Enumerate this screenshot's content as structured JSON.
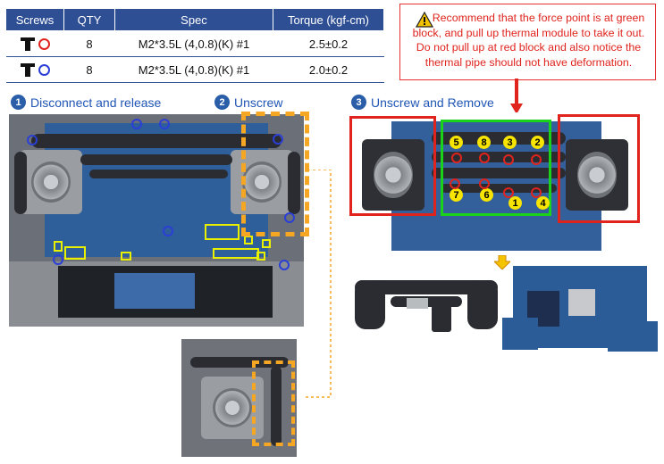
{
  "table": {
    "headers": [
      "Screws",
      "QTY",
      "Spec",
      "Torque (kgf-cm)"
    ],
    "rows": [
      {
        "icon": "t-screw-icon",
        "circle_color": "#e0241d",
        "qty": "8",
        "spec": "M2*3.5L (4,0.8)(K) #1",
        "torque": "2.5±0.2"
      },
      {
        "icon": "t-screw-icon",
        "circle_color": "#2b3fd6",
        "qty": "8",
        "spec": "M2*3.5L (4,0.8)(K) #1",
        "torque": "2.0±0.2"
      }
    ]
  },
  "warning": {
    "text": "Recommend that the force point is at green block, and pull up thermal module to take it out. Do not pull up at red block and also notice the thermal pipe should not have deformation.",
    "color": "#e0241d"
  },
  "steps": [
    {
      "number": "1",
      "label": "Disconnect and release"
    },
    {
      "number": "2",
      "label": "Unscrew"
    },
    {
      "number": "3",
      "label": "Unscrew and Remove"
    }
  ],
  "screw_order": [
    "5",
    "8",
    "3",
    "2",
    "7",
    "6",
    "1",
    "4"
  ],
  "colors": {
    "header_blue": "#2f4f95",
    "step_blue": "#1f55b5",
    "red": "#e0241d",
    "green": "#19d219",
    "orange": "#f5a623",
    "yellow": "#f7e400",
    "screw_blue": "#2b3fd6"
  }
}
